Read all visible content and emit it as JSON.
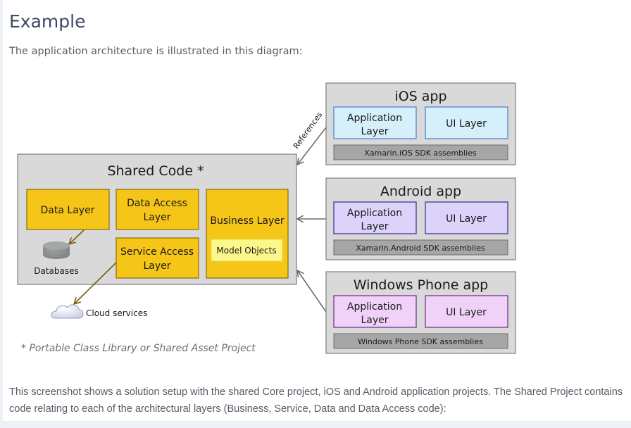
{
  "page": {
    "title": "Example",
    "intro": "The application architecture is illustrated in this diagram:",
    "outro": "This screenshot shows a solution setup with the shared Core project, iOS and Android application projects. The Shared Project contains code relating to each of the architectural layers (Business, Service, Data and Data Access code):"
  },
  "diagram": {
    "shared": {
      "title": "Shared Code *",
      "data_layer": "Data Layer",
      "data_access_line1": "Data Access",
      "data_access_line2": "Layer",
      "service_access_line1": "Service Access",
      "service_access_line2": "Layer",
      "business_layer": "Business Layer",
      "model_objects": "Model Objects",
      "databases": "Databases",
      "cloud": "Cloud services",
      "footnote": "* Portable Class Library or Shared Asset Project"
    },
    "references_label": "References",
    "apps": [
      {
        "title": "iOS app",
        "app_layer_line1": "Application",
        "app_layer_line2": "Layer",
        "ui_layer": "UI Layer",
        "sdk": "Xamarin.iOS SDK assemblies",
        "color": "#d6f0fb",
        "border": "#4a7fcf"
      },
      {
        "title": "Android app",
        "app_layer_line1": "Application",
        "app_layer_line2": "Layer",
        "ui_layer": "UI Layer",
        "sdk": "Xamarin.Android SDK assemblies",
        "color": "#dcd2fa",
        "border": "#3a2a8c"
      },
      {
        "title": "Windows Phone app",
        "app_layer_line1": "Application",
        "app_layer_line2": "Layer",
        "ui_layer": "UI Layer",
        "sdk": "Windows Phone SDK assemblies",
        "color": "#f0d2f8",
        "border": "#6a2a8c"
      }
    ],
    "colors": {
      "container": "#d9d9d9",
      "layer": "#f5c518",
      "model": "#fbf78a",
      "sdk": "#a6a6a6",
      "arrow": "#6d6d6d",
      "brown_arrow": "#7a5a10"
    }
  }
}
